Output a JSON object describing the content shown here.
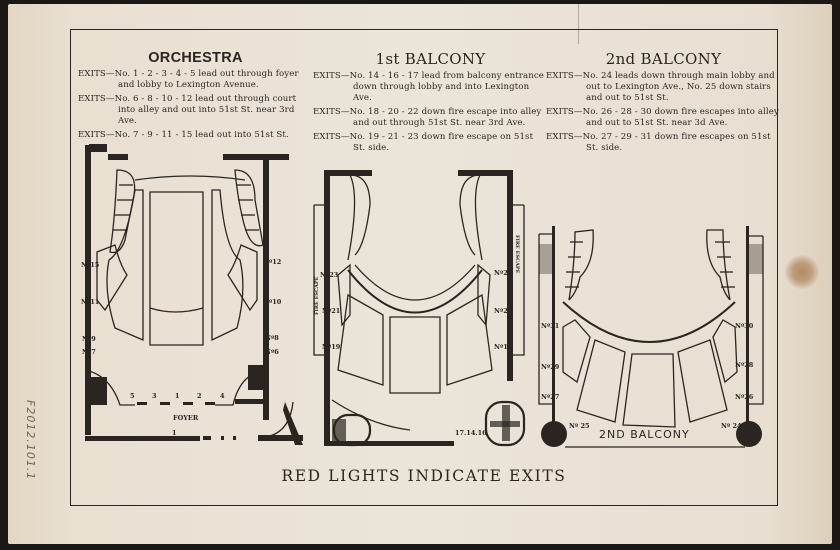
{
  "sections": [
    {
      "title": "ORCHESTRA",
      "exits": [
        "EXITS—No. 1 - 2 - 3 - 4 - 5 lead out through foyer and lobby to Lexington Avenue.",
        "EXITS—No. 6 - 8 - 10 - 12 lead out through court into alley and out into 51st St. near 3rd Ave.",
        "EXITS—No. 7 - 9 - 11 - 15 lead out into 51st St."
      ]
    },
    {
      "title": "1st BALCONY",
      "exits": [
        "EXITS—No. 14 - 16 - 17 lead from balcony entrance down through lobby and into Lexington Ave.",
        "EXITS—No. 18 - 20 - 22 down fire escape into alley and out through 51st St. near 3rd Ave.",
        "EXITS—No. 19 - 21 - 23 down fire escape on 51st St. side."
      ]
    },
    {
      "title": "2nd BALCONY",
      "exits": [
        "EXITS—No. 24 leads down through main lobby and out to Lexington Ave., No. 25 down stairs and out to 51st St.",
        "EXITS—No. 26 - 28 - 30 down fire escapes into alley and out to 51st St. near 3d Ave.",
        "EXITS—No. 27 - 29 - 31 down fire escapes on 51st St. side."
      ]
    }
  ],
  "plans": {
    "orchestra": {
      "left_labels": [
        "Nº15",
        "Nº11",
        "Nº9",
        "Nº7"
      ],
      "right_labels": [
        "Nº12",
        "Nº10",
        "Nº8",
        "Nº6"
      ],
      "door_numbers": [
        "5",
        "3",
        "1",
        "2",
        "4"
      ],
      "foyer_label": "FOYER",
      "lobby_number": "1"
    },
    "balcony1": {
      "left_labels": [
        "Nº23",
        "Nº21",
        "Nº19"
      ],
      "right_labels": [
        "Nº22",
        "Nº20",
        "Nº18"
      ],
      "fire_escape_left": "FIRE ESCAPE",
      "fire_escape_right": "FIRE ESCAPE",
      "entrance_label": "17.14.16"
    },
    "balcony2": {
      "left_labels": [
        "Nº31",
        "Nº29",
        "Nº27"
      ],
      "right_labels": [
        "Nº30",
        "Nº28",
        "Nº26"
      ],
      "stair_left": "Nº 25",
      "stair_right": "Nº 24",
      "caption": "2ND BALCONY"
    }
  },
  "footer": "RED LIGHTS INDICATE EXITS",
  "catalog_number": "F2012.101.1"
}
